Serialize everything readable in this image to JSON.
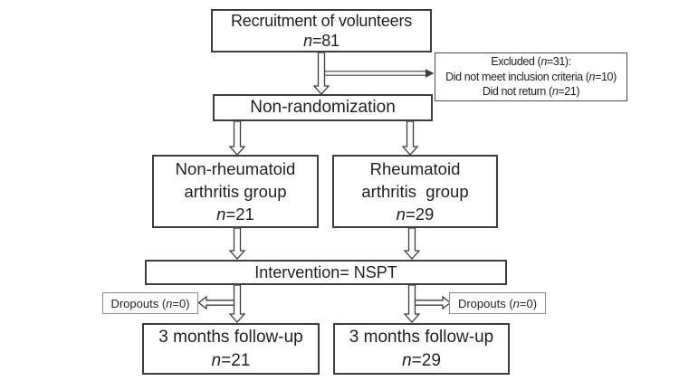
{
  "boxes": {
    "recruitment": {
      "line1": "Recruitment of volunteers",
      "n": {
        "it": "n",
        "post": "=81"
      }
    },
    "excluded": {
      "line1": {
        "pre": "Excluded (",
        "it": "n",
        "post": "=31):"
      },
      "line2": {
        "pre": "Did not meet inclusion criteria (",
        "it": "n",
        "post": "=10)"
      },
      "line3": {
        "pre": "Did not return (",
        "it": "n",
        "post": "=21)"
      }
    },
    "non_randomization": {
      "line1": "Non-randomization"
    },
    "non_ra_group": {
      "line1": "Non-rheumatoid",
      "line2": "arthritis group",
      "n": {
        "it": "n",
        "post": "=21"
      }
    },
    "ra_group": {
      "line1": "Rheumatoid",
      "line2": "arthritis  group",
      "n": {
        "it": "n",
        "post": "=29"
      }
    },
    "intervention": {
      "line1": "Intervention= NSPT"
    },
    "dropouts_left": {
      "line1": {
        "pre": "Dropouts (",
        "it": "n",
        "post": "=0)"
      }
    },
    "dropouts_right": {
      "line1": {
        "pre": "Dropouts (",
        "it": "n",
        "post": "=0)"
      }
    },
    "followup_left": {
      "line1": "3 months follow-up",
      "n": {
        "it": "n",
        "post": "=21"
      }
    },
    "followup_right": {
      "line1": "3 months follow-up",
      "n": {
        "it": "n",
        "post": "=29"
      }
    }
  },
  "colors": {
    "border_dark": "#3d3d3d",
    "border_light": "#8c8c8c",
    "text": "#1f1f1f",
    "background": "#ffffff"
  }
}
